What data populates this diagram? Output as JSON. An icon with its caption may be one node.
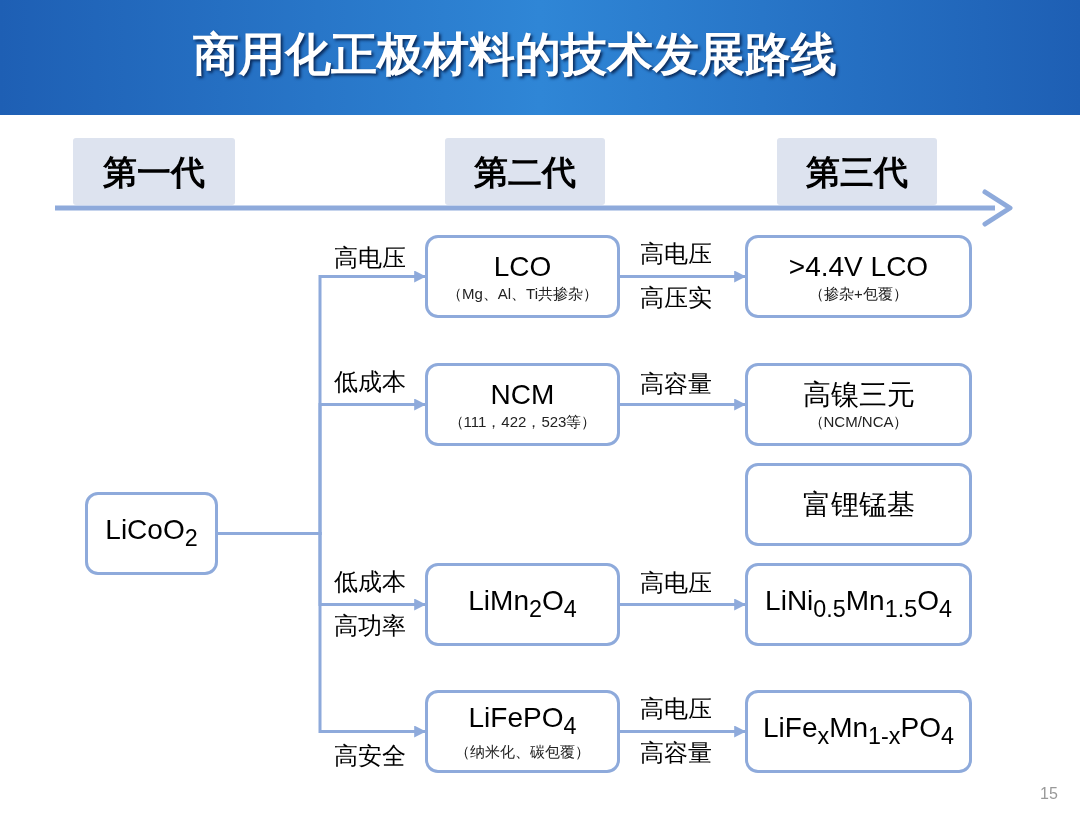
{
  "diagram": {
    "title": "商用化正极材料的技术发展路线",
    "nodes": [
      {
        "text": [
          "第一代"
        ]
      },
      {
        "text": [
          "第二代"
        ]
      },
      {
        "text": [
          "第三代"
        ]
      },
      {
        "text": [
          "LiCoO$_{2}$"
        ]
      },
      {
        "text": [
          "LCO",
          "（Mg、Al、Ti共掺杂）"
        ]
      },
      {
        "text": [
          ">4.4V LCO",
          "（掺杂+包覆）"
        ]
      },
      {
        "text": [
          "NCM",
          "（111，422，523等）"
        ]
      },
      {
        "text": [
          "高镍三元",
          "（NCM/NCA）"
        ]
      },
      {
        "text": [
          "富锂锰基"
        ]
      },
      {
        "text": [
          "LiMn$_{2}$O$_{4}$"
        ]
      },
      {
        "text": [
          "LiNi$_{0.5}$Mn$_{1.5}$O$_{4}$"
        ]
      },
      {
        "text": [
          "LiFePO$_{4}$",
          "（纳米化、碳包覆）"
        ]
      },
      {
        "text": [
          "LiFe$_{x}$Mn$_{1-x}$PO$_{4}$"
        ]
      }
    ],
    "edges": [
      {
        "from": 3,
        "to": 4,
        "arrow": "to",
        "label": "高电压"
      },
      {
        "from": 3,
        "to": 6,
        "arrow": "to",
        "label": "低成本"
      },
      {
        "from": 3,
        "to": 9,
        "arrow": "to",
        "label": "低成本高功率"
      },
      {
        "from": 3,
        "to": 11,
        "arrow": "to",
        "label": "高安全"
      },
      {
        "from": 4,
        "to": 5,
        "arrow": "to",
        "label": "高电压高压实"
      },
      {
        "from": 6,
        "to": 7,
        "arrow": "to",
        "label": "高容量"
      },
      {
        "from": 9,
        "to": 10,
        "arrow": "to",
        "label": "高电压"
      },
      {
        "from": 11,
        "to": 12,
        "arrow": "to",
        "label": "高电压高容量"
      }
    ],
    "labels": [
      "15"
    ]
  }
}
